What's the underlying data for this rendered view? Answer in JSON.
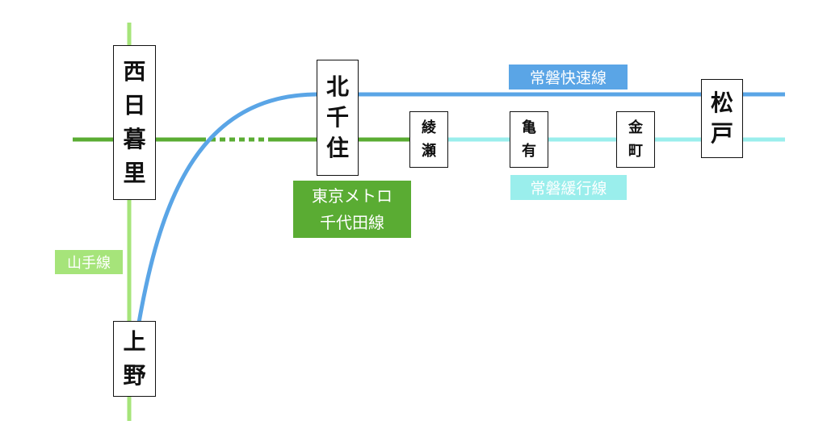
{
  "colors": {
    "yamanote": "#a6e47a",
    "chiyoda": "#5aac33",
    "joban_rapid": "#5aa5e6",
    "joban_local": "#9aeeec",
    "label_chiyoda_bg": "#5aac33",
    "label_rapid_bg": "#5aa5e6",
    "label_local_bg": "#9aeeec",
    "label_yamanote_bg": "#a6e47a"
  },
  "stations": {
    "nishi_nippori": {
      "chars": [
        "西",
        "日",
        "暮",
        "里"
      ]
    },
    "ueno": {
      "chars": [
        "上",
        "野"
      ]
    },
    "kita_senju": {
      "chars": [
        "北",
        "千",
        "住"
      ]
    },
    "ayase": {
      "chars": [
        "綾",
        "瀬"
      ]
    },
    "kameari": {
      "chars": [
        "亀",
        "有"
      ]
    },
    "kanamachi": {
      "chars": [
        "金",
        "町"
      ]
    },
    "matsudo": {
      "chars": [
        "松",
        "戸"
      ]
    }
  },
  "lines": {
    "joban_rapid": {
      "label": "常磐快速線"
    },
    "joban_local": {
      "label": "常磐緩行線"
    },
    "chiyoda": {
      "label_line1": "東京メトロ",
      "label_line2": "千代田線"
    },
    "yamanote": {
      "label": "山手線"
    }
  }
}
